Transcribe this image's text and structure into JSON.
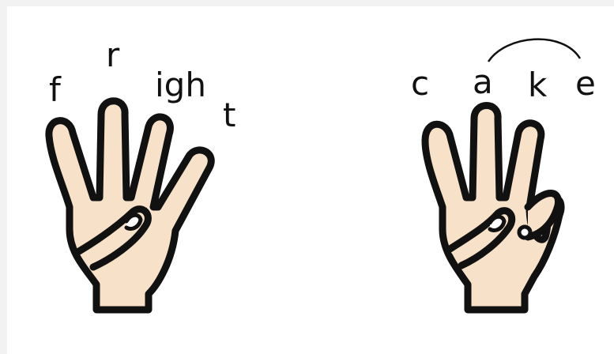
{
  "colors": {
    "skin": "#f7e1c8",
    "outline": "#111111",
    "background": "#ffffff",
    "border": "#f2f2f2"
  },
  "left_hand": {
    "icon": "hand-four-fingers-icon",
    "letters": [
      "f",
      "r",
      "igh",
      "t"
    ]
  },
  "right_hand": {
    "icon": "hand-three-fingers-icon",
    "letters": [
      "c",
      "a",
      "k",
      "e"
    ],
    "linked": [
      "a",
      "e"
    ]
  }
}
